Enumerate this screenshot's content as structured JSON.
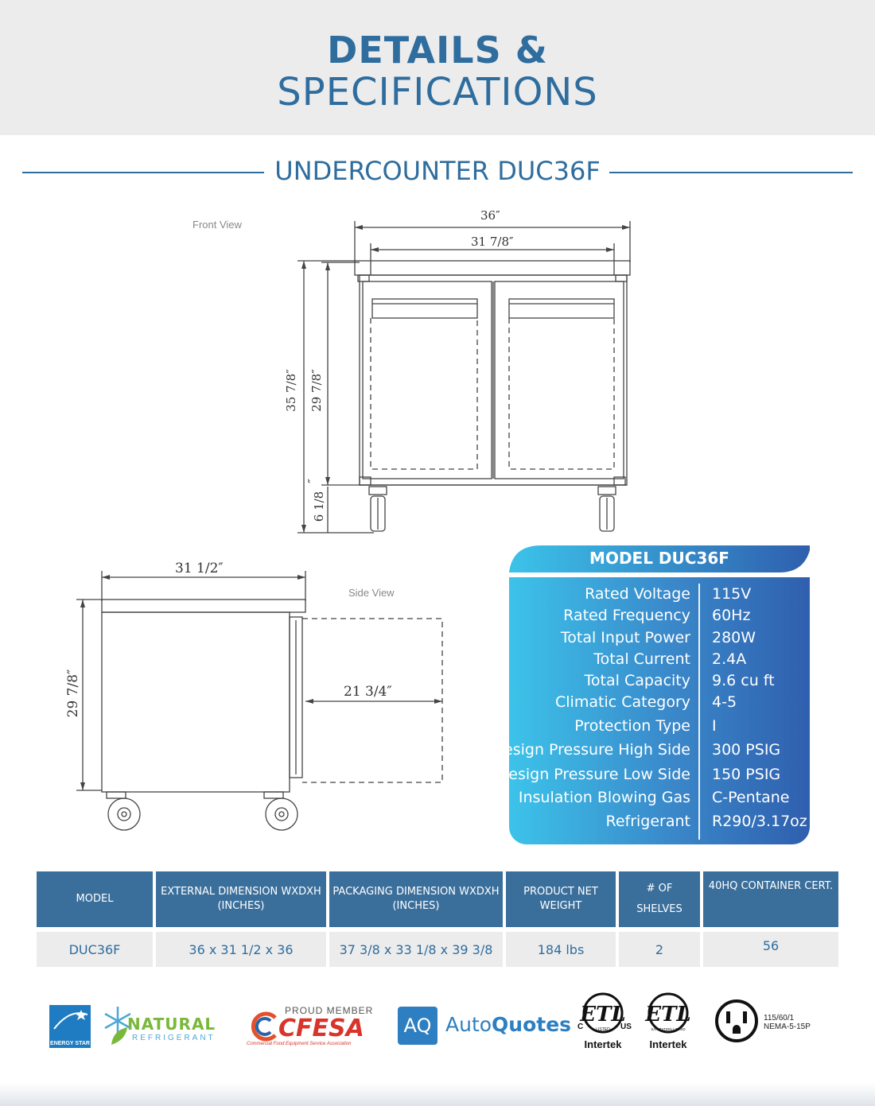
{
  "header": {
    "line1": "DETAILS &",
    "line2": "SPECIFICATIONS"
  },
  "subtitle": "UNDERCOUNTER DUC36F",
  "front_view": {
    "label": "Front View",
    "dims": {
      "width_total": "36″",
      "width_inner": "31 7/8″",
      "height_total": "35 7/8″",
      "height_body": "29 7/8″",
      "caster_height": "6 1/8",
      "caster_mark": "″"
    }
  },
  "side_view": {
    "label": "Side View",
    "dims": {
      "depth": "31 1/2″",
      "height": "29 7/8″",
      "door_swing": "21 3/4″"
    }
  },
  "spec_card": {
    "title": "MODEL DUC36F",
    "rows": [
      {
        "label": "Rated  Voltage",
        "value": "115V"
      },
      {
        "label": "Rated  Frequency",
        "value": "60Hz"
      },
      {
        "label": "Total Input Power",
        "value": "280W"
      },
      {
        "label": "Total Current",
        "value": "2.4A"
      },
      {
        "label": "Total Capacity",
        "value": "9.6 cu ft"
      },
      {
        "label": "Climatic Category",
        "value": "4-5"
      },
      {
        "label": "Protection Type",
        "value": "I"
      },
      {
        "label": "Design Pressure High Side",
        "value": "300 PSIG"
      },
      {
        "label": "Design Pressure Low Side",
        "value": "150 PSIG"
      },
      {
        "label": "Insulation Blowing Gas",
        "value": "C-Pentane"
      },
      {
        "label": "Refrigerant",
        "value": "R290/3.17oz"
      }
    ],
    "colors": {
      "gradient_start": "#3cc3ea",
      "gradient_end": "#2f5fae"
    }
  },
  "table": {
    "headers": [
      {
        "line1": "MODEL",
        "line2": ""
      },
      {
        "line1": "EXTERNAL DIMENSION WXDXH",
        "line2": "(INCHES)"
      },
      {
        "line1": "PACKAGING DIMENSION WXDXH",
        "line2": "(INCHES)"
      },
      {
        "line1": "PRODUCT NET",
        "line2": "WEIGHT"
      },
      {
        "line1": "# OF",
        "line2": "SHELVES"
      },
      {
        "line1": "40HQ CONTAINER CERT.",
        "line2": ""
      }
    ],
    "row": [
      "DUC36F",
      "36 x 31 1/2 x 36",
      "37 3/8 x 33 1/8 x 39 3/8",
      "184 lbs",
      "2",
      "56"
    ]
  },
  "logos": {
    "energy_star": {
      "text": "ENERGY STAR"
    },
    "natural": {
      "word1": "NATURAL",
      "word2": "REFRIGERANT"
    },
    "cfesa": {
      "top": "PROUD MEMBER",
      "main": "CFESA",
      "tagline": "Commercial Food Equipment Service Association"
    },
    "autoquotes": {
      "badge": "AQ",
      "word1": "Auto",
      "word2": "Quotes"
    },
    "etl1": {
      "mark": "ETL",
      "c": "C",
      "us": "US",
      "sub": "LISTED",
      "brand": "Intertek"
    },
    "etl2": {
      "mark": "ETL",
      "sub": "SANITATION LISTED",
      "brand": "Intertek"
    },
    "plug": {
      "line1": "115/60/1",
      "line2": "NEMA-5-15P"
    }
  },
  "colors": {
    "brand_blue": "#2f6d9e",
    "table_header": "#3b6f9b",
    "table_cell": "#ececec"
  }
}
